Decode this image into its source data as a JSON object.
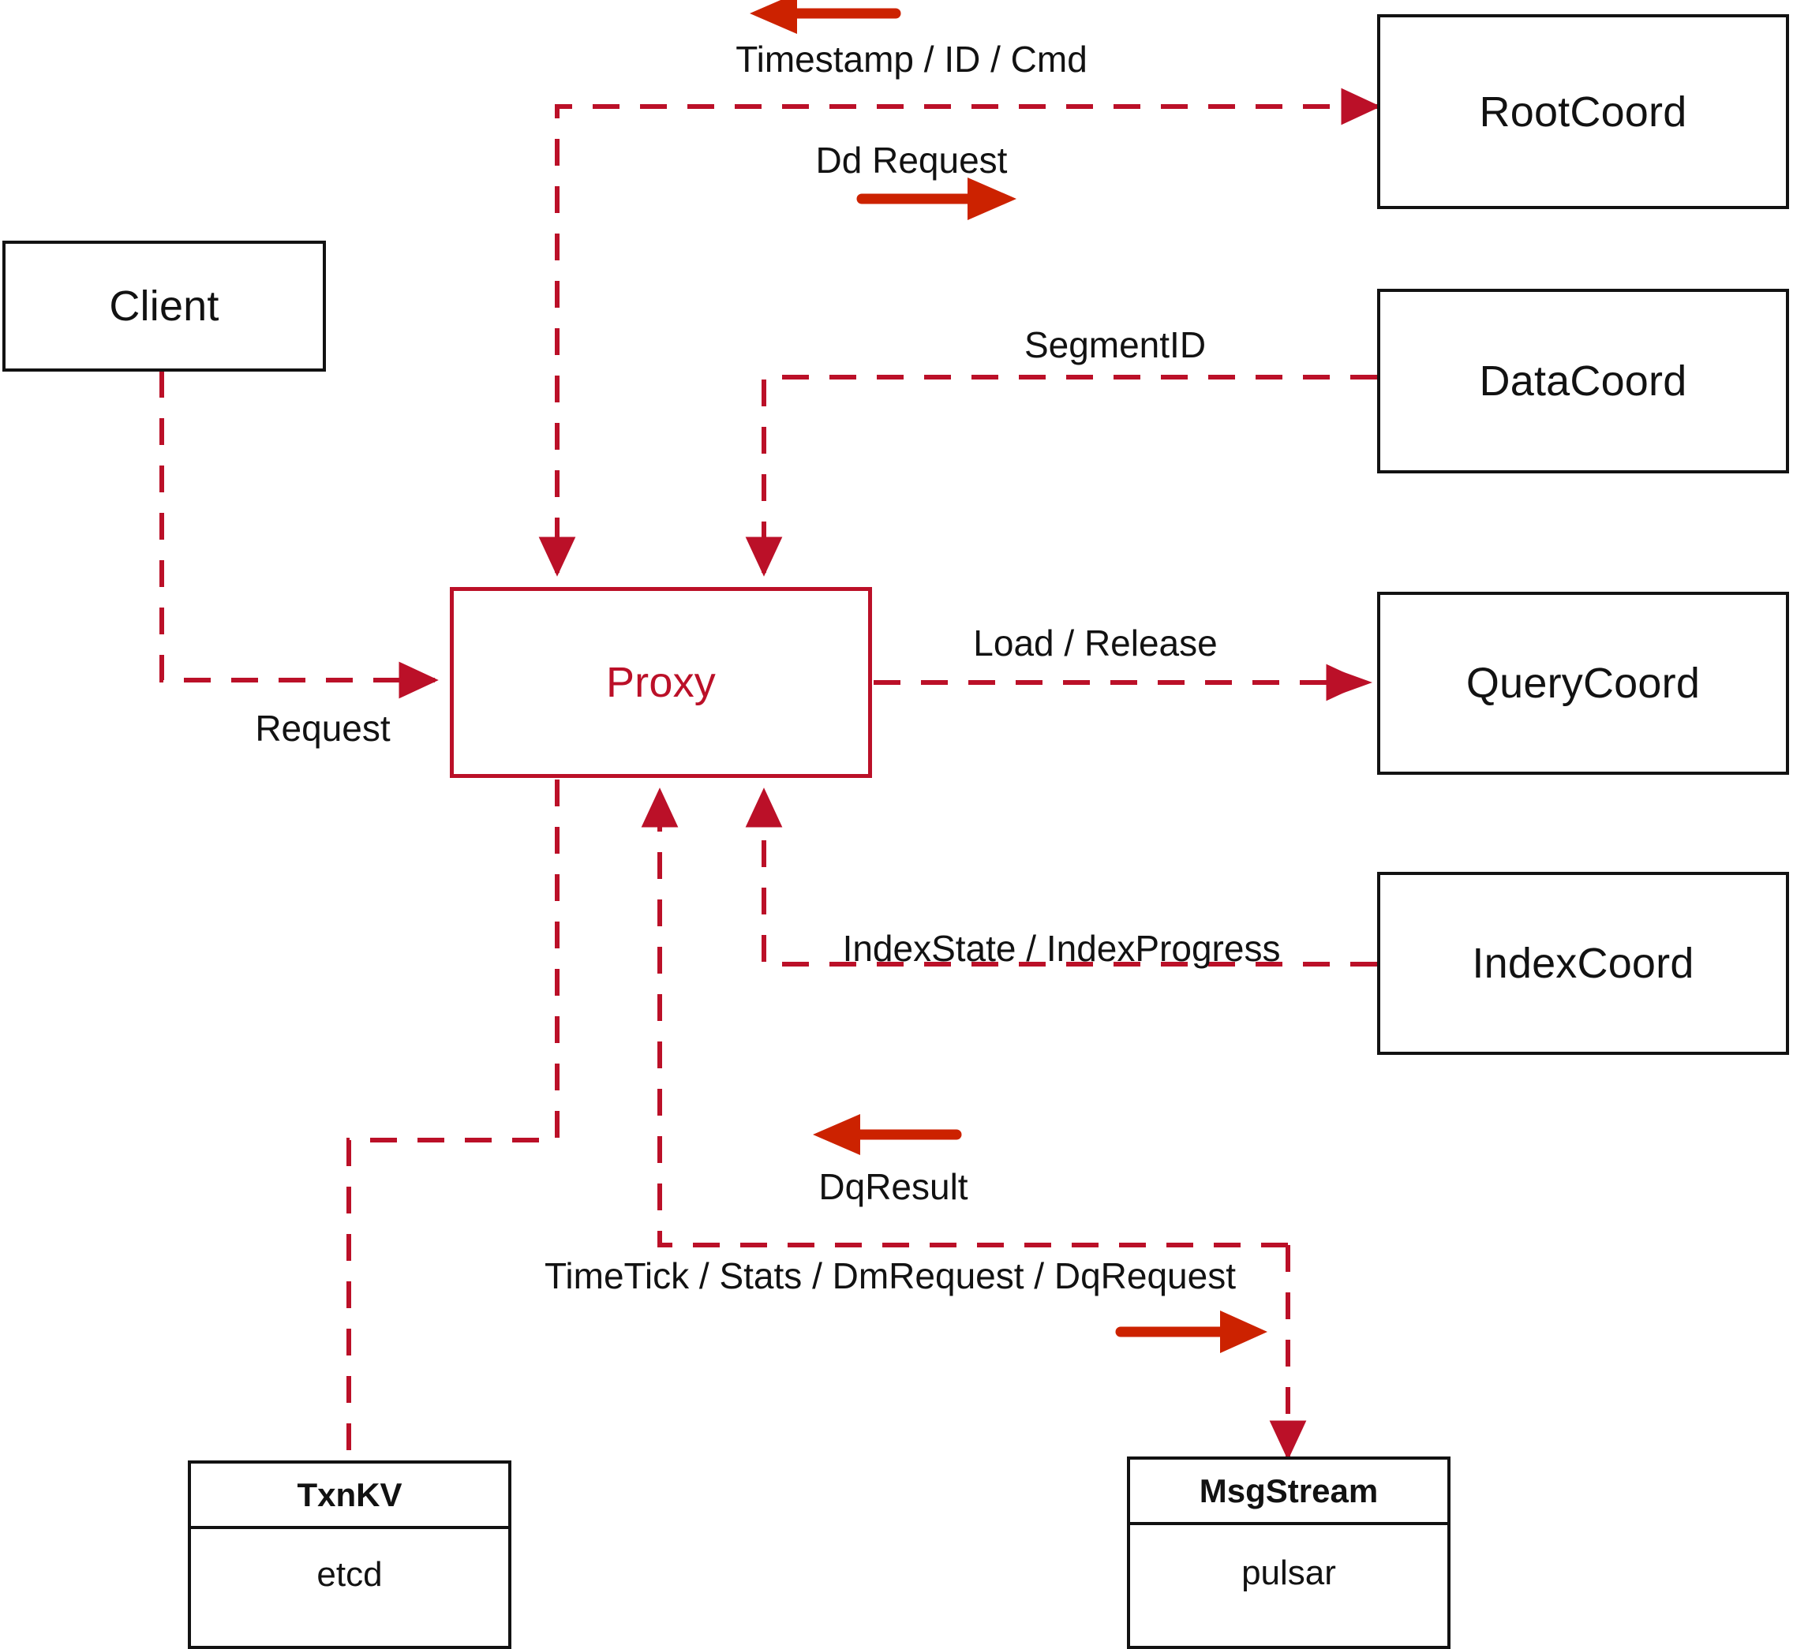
{
  "diagram": {
    "title": "Proxy architecture data flow",
    "colors": {
      "box_stroke": "#121212",
      "proxy_stroke": "#bb1028",
      "dashed_wire": "#bb1028",
      "direction_arrow": "#cc2200",
      "text": "#121212",
      "background": "#ffffff"
    }
  },
  "nodes": {
    "client": {
      "label": "Client"
    },
    "proxy": {
      "label": "Proxy"
    },
    "root_coord": {
      "label": "RootCoord"
    },
    "data_coord": {
      "label": "DataCoord"
    },
    "query_coord": {
      "label": "QueryCoord"
    },
    "index_coord": {
      "label": "IndexCoord"
    },
    "txnkv": {
      "header": "TxnKV",
      "body": "etcd"
    },
    "msgstream": {
      "header": "MsgStream",
      "body": "pulsar"
    }
  },
  "edge_labels": {
    "timestamp_id_cmd": "Timestamp / ID / Cmd",
    "dd_request": "Dd Request",
    "segment_id": "SegmentID",
    "request": "Request",
    "load_release": "Load / Release",
    "index_state_progress": "IndexState / IndexProgress",
    "dq_result": "DqResult",
    "timetick_stats": "TimeTick / Stats / DmRequest / DqRequest"
  },
  "direction_arrows": [
    {
      "name": "timestamp-direction-arrow",
      "direction": "left"
    },
    {
      "name": "dd-request-direction-arrow",
      "direction": "right"
    },
    {
      "name": "dq-result-direction-arrow",
      "direction": "left"
    },
    {
      "name": "msgstream-direction-arrow",
      "direction": "right"
    }
  ]
}
